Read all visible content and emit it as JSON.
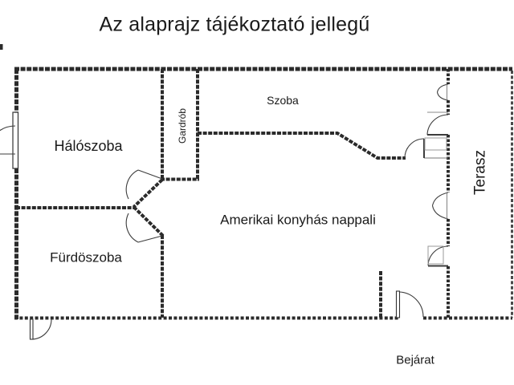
{
  "title": "Az alaprajz tájékoztató jellegű",
  "floorplan": {
    "rooms": [
      {
        "id": "haloszoba",
        "label": "Hálószoba",
        "orientation": "horizontal"
      },
      {
        "id": "gardrob",
        "label": "Gardrób",
        "orientation": "vertical"
      },
      {
        "id": "szoba",
        "label": "Szoba",
        "orientation": "horizontal"
      },
      {
        "id": "nappali",
        "label": "Amerikai konyhás nappali",
        "orientation": "horizontal"
      },
      {
        "id": "furdoszoba",
        "label": "Fürdöszoba",
        "orientation": "horizontal"
      },
      {
        "id": "terasz",
        "label": "Terasz",
        "orientation": "vertical"
      },
      {
        "id": "bejarat",
        "label": "Bejárat",
        "orientation": "horizontal"
      }
    ],
    "colors": {
      "background": "#ffffff",
      "wall": "#2b2b2b",
      "door_line": "#3c3c3c",
      "text": "#1a1a1a"
    }
  }
}
